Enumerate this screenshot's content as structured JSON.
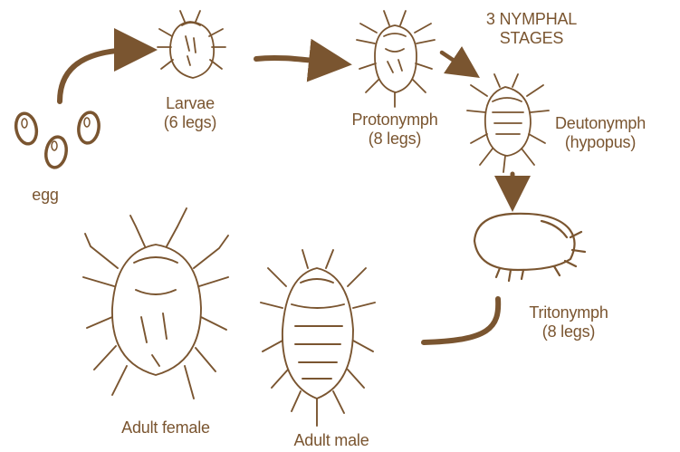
{
  "colors": {
    "ink": "#7a5530",
    "fill": "#fbf8f3"
  },
  "stages": {
    "egg": {
      "label": "egg"
    },
    "larvae": {
      "name": "Larvae",
      "legs": "(6 legs)"
    },
    "protonymph": {
      "name": "Protonymph",
      "legs": "(8 legs)"
    },
    "deutonymph": {
      "name": "Deutonymph",
      "legs": "(hypopus)"
    },
    "tritonymph": {
      "name": "Tritonymph",
      "legs": "(8 legs)"
    },
    "adult_female": {
      "label": "Adult female"
    },
    "adult_male": {
      "label": "Adult male"
    }
  },
  "nymphal_heading": {
    "line1": "3 NYMPHAL",
    "line2": "STAGES"
  }
}
